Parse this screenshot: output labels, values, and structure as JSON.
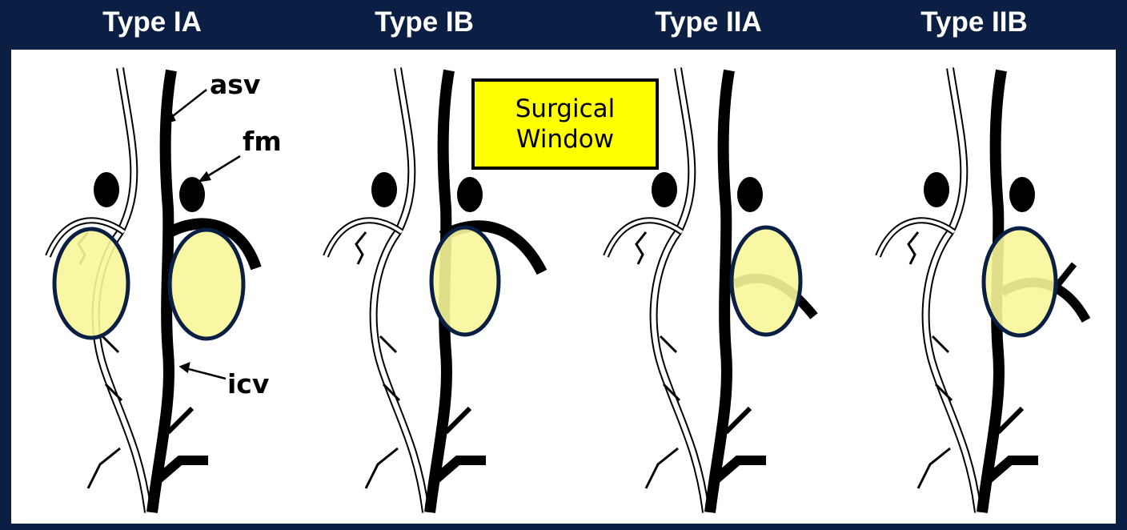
{
  "types": [
    {
      "label": "Type IA"
    },
    {
      "label": "Type IB"
    },
    {
      "label": "Type IIA"
    },
    {
      "label": "Type IIB"
    }
  ],
  "labels": {
    "asv": "asv",
    "fm": "fm",
    "icv": "icv"
  },
  "legend": {
    "line1": "Surgical",
    "line2": "Window"
  },
  "colors": {
    "background": "#0b1f45",
    "window_fill": "#f7f79a",
    "window_border": "#0b1f45",
    "legend_fill": "#ffff00",
    "vein": "#000000"
  }
}
